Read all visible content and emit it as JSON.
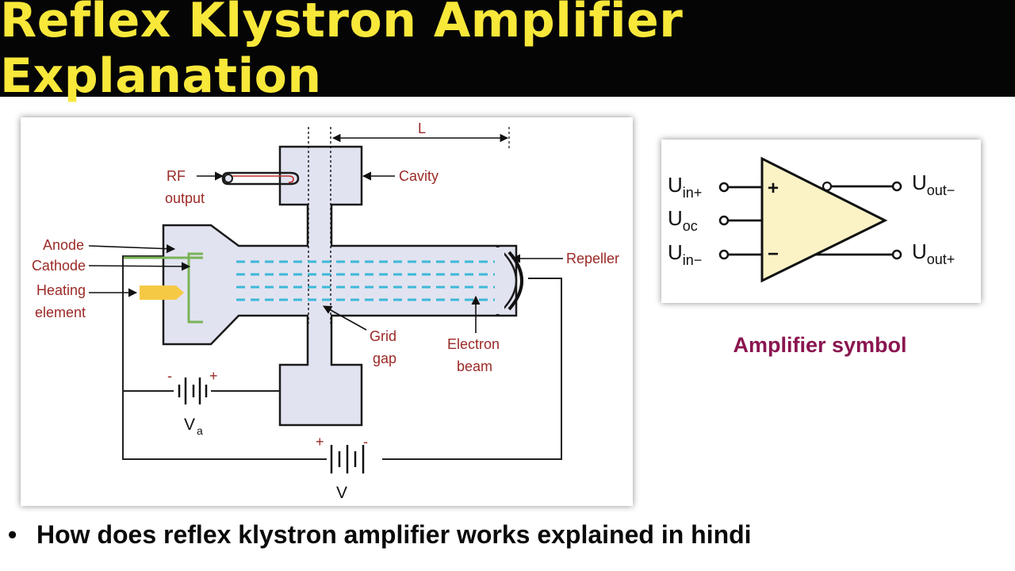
{
  "title": "Reflex Klystron Amplifier Explanation",
  "colors": {
    "title_bg": "#050505",
    "title_text": "#f8e83a",
    "label_red": "#9b2a26",
    "body_fill": "#e2e3f1",
    "beam": "#3db8d8",
    "heater": "#f6c945",
    "electrode": "#7ab357",
    "caption": "#8a1550",
    "triangle_fill": "#fbf2c6"
  },
  "klystron_diagram": {
    "dimension_label": "L",
    "labels": {
      "rf_output_line1": "RF",
      "rf_output_line2": "output",
      "cavity": "Cavity",
      "anode": "Anode",
      "cathode": "Cathode",
      "heating_line1": "Heating",
      "heating_line2": "element",
      "repeller": "Repeller",
      "grid_line1": "Grid",
      "grid_line2": "gap",
      "beam_line1": "Electron",
      "beam_line2": "beam"
    },
    "battery_va": {
      "plus": "+",
      "minus": "-",
      "label": "V",
      "subscript": "a"
    },
    "battery_v": {
      "plus": "+",
      "minus": "-",
      "label": "V"
    }
  },
  "amplifier": {
    "caption": "Amplifier symbol",
    "plus_sign": "+",
    "minus_sign": "−",
    "in_plus": {
      "base": "U",
      "sub": "in+"
    },
    "oc": {
      "base": "U",
      "sub": "oc"
    },
    "in_minus": {
      "base": "U",
      "sub": "in−"
    },
    "out_minus": {
      "base": "U",
      "sub": "out−"
    },
    "out_plus": {
      "base": "U",
      "sub": "out+"
    }
  },
  "bullet": {
    "symbol": "•",
    "text": "How does reflex klystron amplifier works explained in hindi"
  }
}
